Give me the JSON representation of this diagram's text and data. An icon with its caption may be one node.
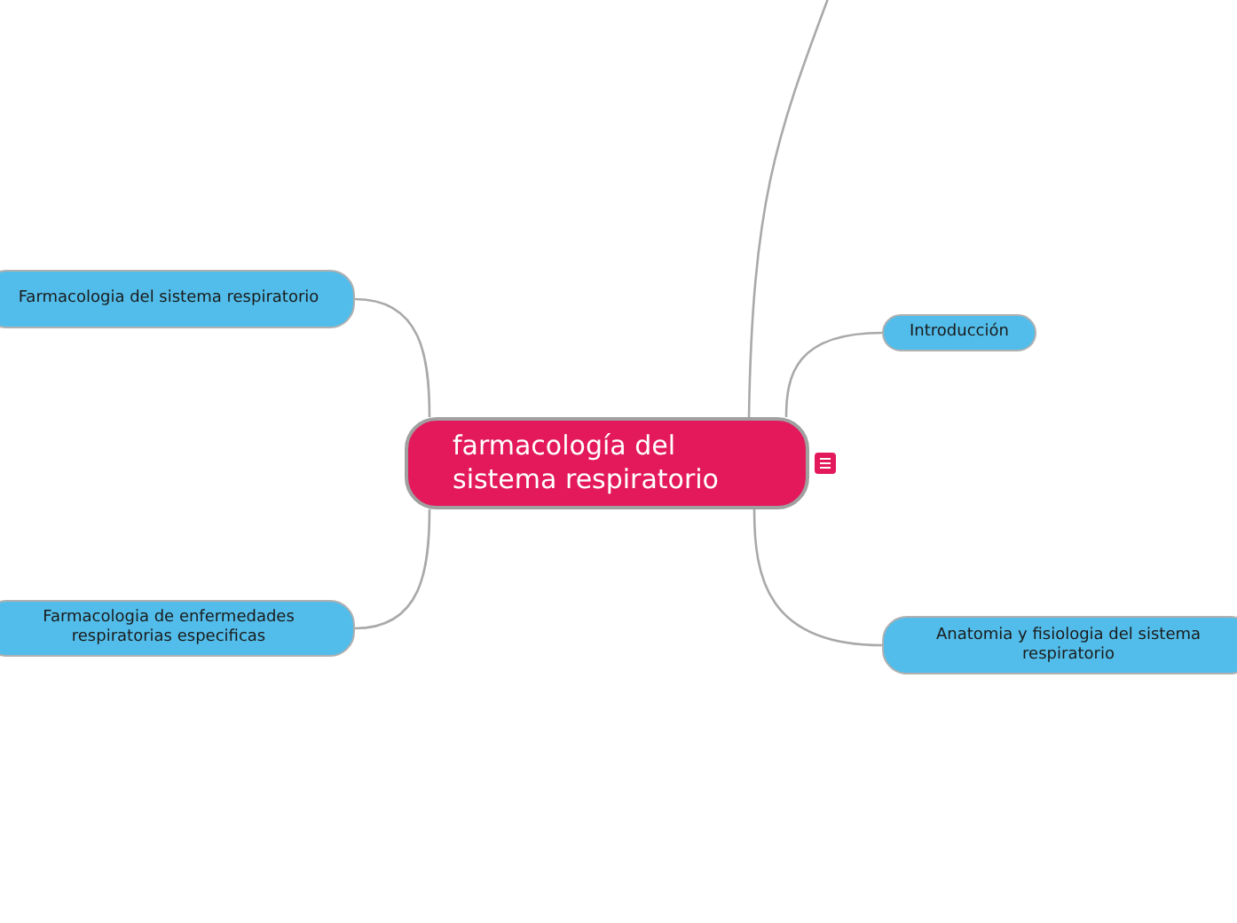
{
  "diagram": {
    "nodes": [
      {
        "text": [
          "farmacología del sistema respiratorio"
        ]
      },
      {
        "text": [
          "Farmacologia del sistema respiratorio"
        ]
      },
      {
        "text": [
          "Farmacologia de enfermedades respiratorias especificas"
        ]
      },
      {
        "text": [
          "Introducción"
        ]
      },
      {
        "text": [
          "Anatomia y fisiologia del sistema respiratorio"
        ]
      }
    ],
    "edges": [
      {
        "from": 0,
        "to": null,
        "arrow": "none"
      },
      {
        "from": 0,
        "to": 3,
        "arrow": "none"
      },
      {
        "from": 0,
        "to": 4,
        "arrow": "none"
      },
      {
        "from": 0,
        "to": 1,
        "arrow": "none"
      },
      {
        "from": 0,
        "to": 2,
        "arrow": "none"
      }
    ]
  }
}
